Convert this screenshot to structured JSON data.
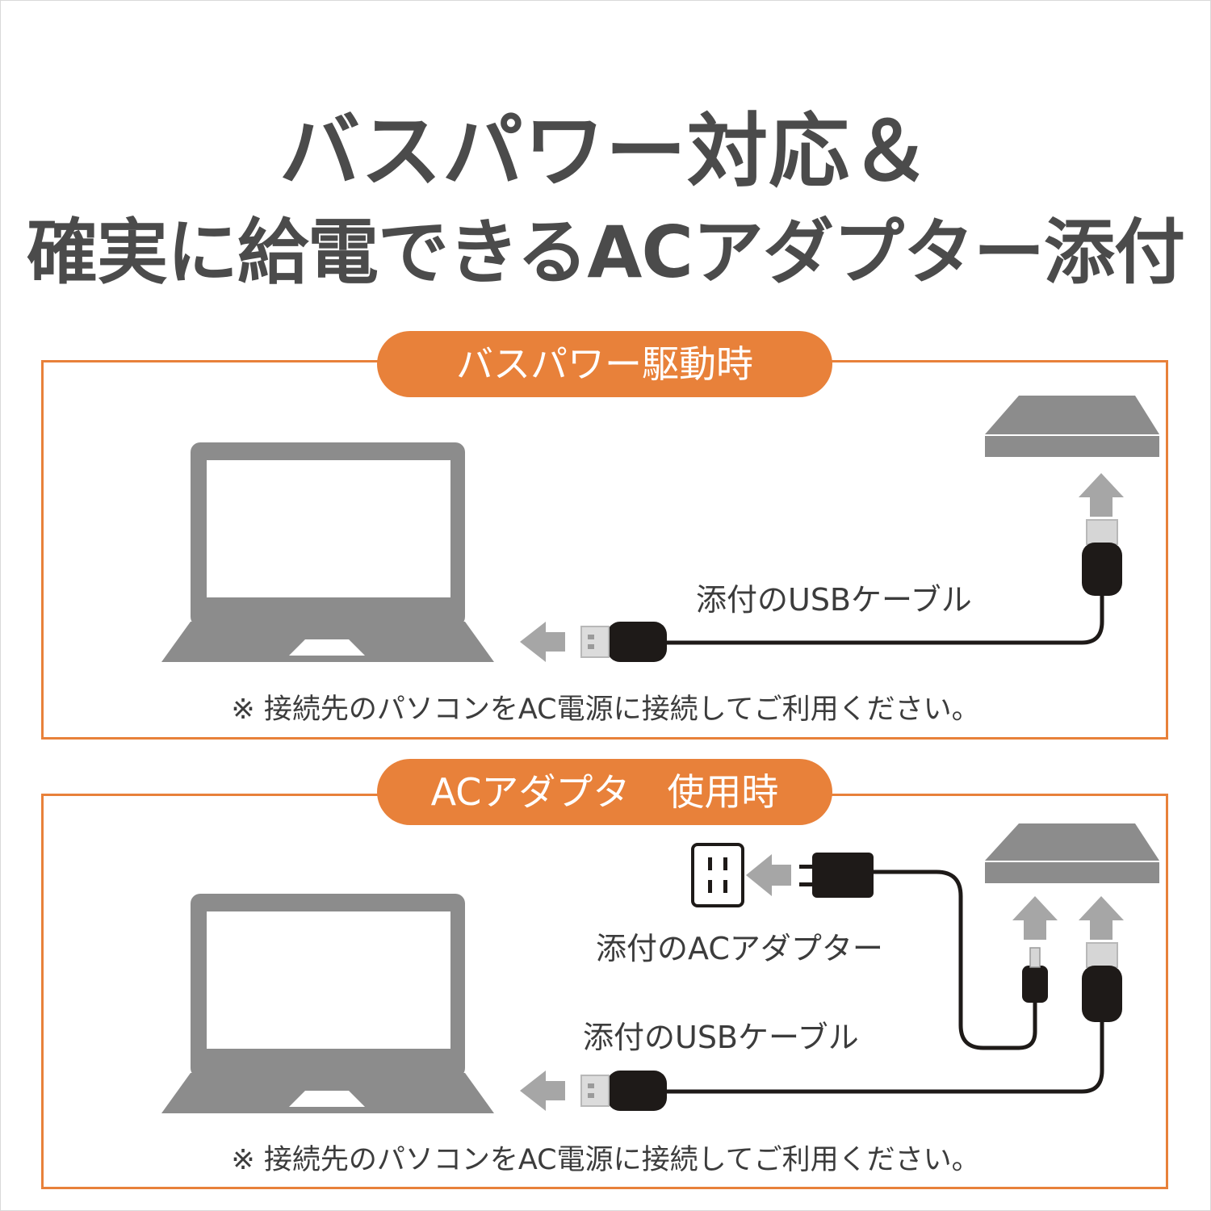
{
  "headline": {
    "line1": "バスパワー対応＆",
    "line2": "確実に給電できるACアダプター添付"
  },
  "sections": [
    {
      "title": "バスパワー駆動時",
      "cable_label": "添付のUSBケーブル",
      "note": "※ 接続先のパソコンをAC電源に接続してご利用ください。"
    },
    {
      "title": "ACアダプタ　使用時",
      "adapter_label": "添付のACアダプター",
      "cable_label": "添付のUSBケーブル",
      "note": "※ 接続先のパソコンをAC電源に接続してご利用ください。"
    }
  ],
  "colors": {
    "accent": "#e8813a",
    "device_gray": "#8c8c8c",
    "arrow_gray": "#a6a6a6",
    "cable": "#1e1a18",
    "text": "#4b4b4b"
  },
  "icons": [
    "laptop-icon",
    "optical-drive-icon",
    "usb-cable-icon",
    "arrow-icon",
    "power-outlet-icon",
    "ac-adapter-icon"
  ]
}
